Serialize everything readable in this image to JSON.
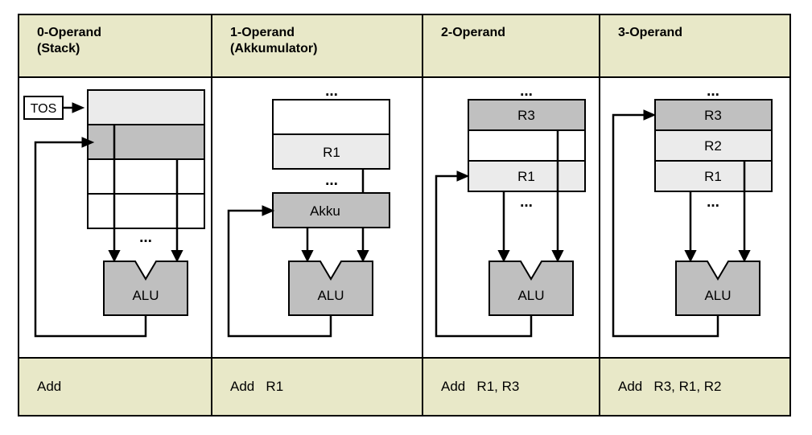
{
  "diagram": {
    "title_semantic": "operand-architectures-comparison",
    "colors": {
      "header_bg": "#e8e8c8",
      "footer_bg": "#e8e8c8",
      "cell_white": "#ffffff",
      "cell_light_gray": "#ebebeb",
      "cell_mid_gray": "#c0c0c0",
      "alu_fill": "#bfbfbf",
      "stroke": "#000000",
      "page_bg": "#ffffff"
    },
    "columns": [
      {
        "id": "col-0-operand",
        "header": "0-Operand\n(Stack)",
        "instruction": "Add",
        "tos_label": "TOS",
        "alu_label": "ALU",
        "ellipsis": "...",
        "stack_rows": [
          {
            "label": "",
            "fill": "light"
          },
          {
            "label": "",
            "fill": "mid"
          },
          {
            "label": "",
            "fill": "white"
          },
          {
            "label": "",
            "fill": "white"
          }
        ]
      },
      {
        "id": "col-1-operand",
        "header": "1-Operand\n(Akkumulator)",
        "instruction": "Add   R1",
        "accumulator_label": "Akku",
        "alu_label": "ALU",
        "ellipsis": "...",
        "register_rows": [
          {
            "label": "",
            "fill": "white"
          },
          {
            "label": "R1",
            "fill": "light"
          }
        ]
      },
      {
        "id": "col-2-operand",
        "header": "2-Operand",
        "instruction": "Add   R1, R3",
        "alu_label": "ALU",
        "ellipsis": "...",
        "register_rows": [
          {
            "label": "R3",
            "fill": "mid"
          },
          {
            "label": "",
            "fill": "white"
          },
          {
            "label": "R1",
            "fill": "light"
          }
        ]
      },
      {
        "id": "col-3-operand",
        "header": "3-Operand",
        "instruction": "Add   R3, R1, R2",
        "alu_label": "ALU",
        "ellipsis": "...",
        "register_rows": [
          {
            "label": "R3",
            "fill": "mid"
          },
          {
            "label": "R2",
            "fill": "light"
          },
          {
            "label": "R1",
            "fill": "light"
          }
        ]
      }
    ]
  }
}
